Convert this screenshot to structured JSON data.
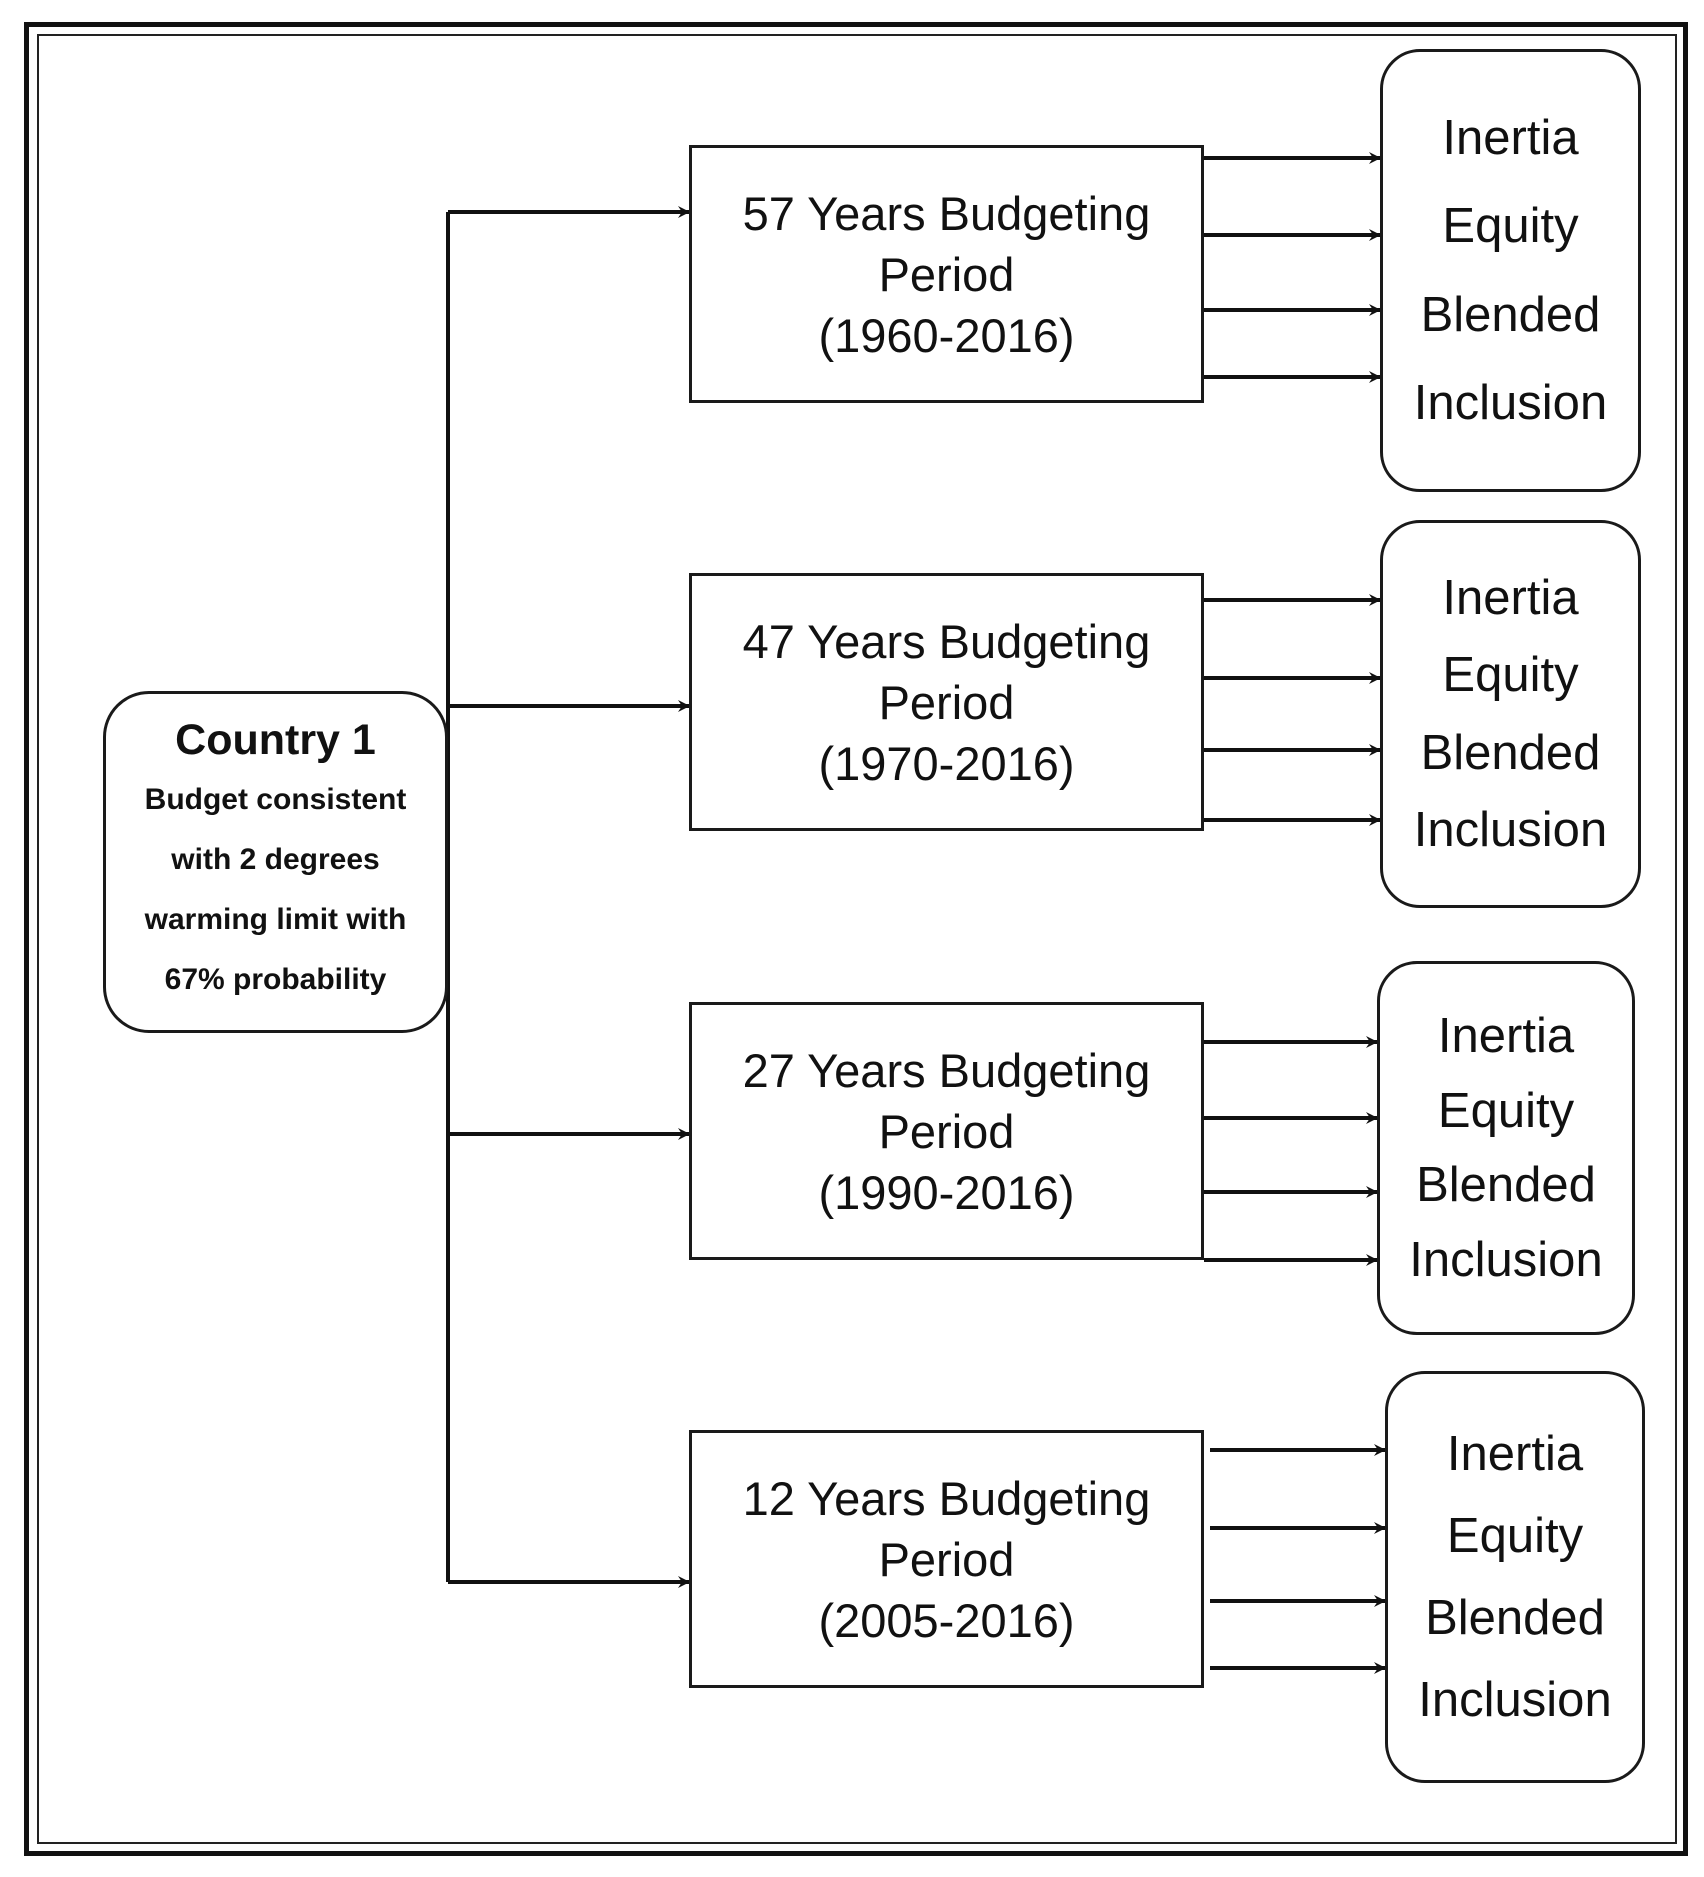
{
  "country": {
    "title": "Country 1",
    "description_lines": [
      "Budget consistent",
      "with 2 degrees",
      "warming limit with",
      "67% probability"
    ]
  },
  "periods": [
    {
      "lines": [
        "57 Years Budgeting",
        "Period",
        "(1960-2016)"
      ]
    },
    {
      "lines": [
        "47 Years Budgeting",
        "Period",
        "(1970-2016)"
      ]
    },
    {
      "lines": [
        "27 Years Budgeting",
        "Period",
        "(1990-2016)"
      ]
    },
    {
      "lines": [
        "12 Years Budgeting",
        "Period",
        "(2005-2016)"
      ]
    }
  ],
  "options": [
    [
      "Inertia",
      "Equity",
      "Blended",
      "Inclusion"
    ],
    [
      "Inertia",
      "Equity",
      "Blended",
      "Inclusion"
    ],
    [
      "Inertia",
      "Equity",
      "Blended",
      "Inclusion"
    ],
    [
      "Inertia",
      "Equity",
      "Blended",
      "Inclusion"
    ]
  ],
  "colors": {
    "line": "#111111",
    "background": "#ffffff"
  }
}
